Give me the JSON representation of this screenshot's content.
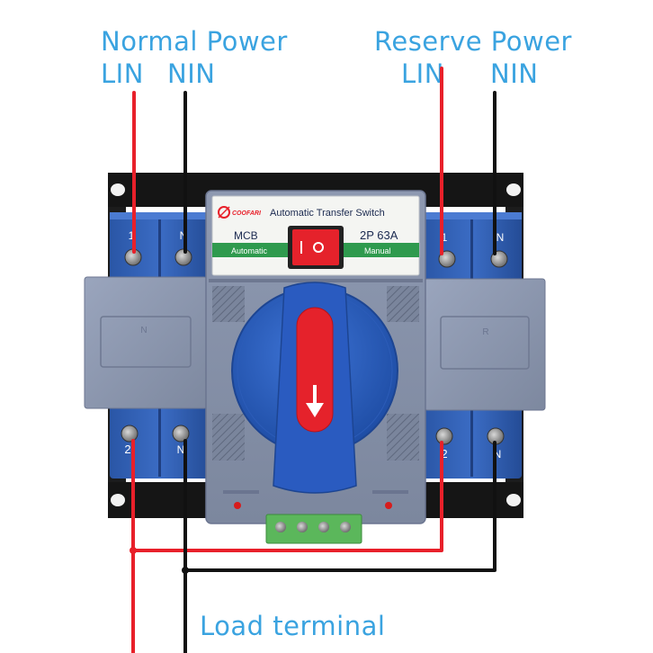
{
  "labels": {
    "normal_power": "Normal Power",
    "normal_lin": "LIN",
    "normal_nin": "NIN",
    "reserve_power": "Reserve Power",
    "reserve_lin": "LIN",
    "reserve_nin": "NIN",
    "load_terminal": "Load terminal"
  },
  "device": {
    "brand": "COOFARI",
    "title": "Automatic Transfer Switch",
    "type": "MCB",
    "rating": "2P 63A",
    "mode_left": "Automatic",
    "mode_right": "Manual",
    "toggle_text": "I  O",
    "terminal_top_left_1": "1",
    "terminal_top_left_n": "N",
    "terminal_top_right_1": "1",
    "terminal_top_right_n": "N",
    "terminal_bottom_left_2": "2",
    "terminal_bottom_left_n": "N",
    "terminal_bottom_right_2": "2",
    "terminal_bottom_right_n": "N",
    "cover_left_letter": "N",
    "cover_right_letter": "R"
  },
  "colors": {
    "label_blue": "#3aa3e0",
    "wire_red": "#e8202a",
    "wire_black": "#111111",
    "breaker_blue": "#2f5fb0",
    "cover_gray": "#8f9ab3",
    "handle_red": "#e5222b"
  }
}
